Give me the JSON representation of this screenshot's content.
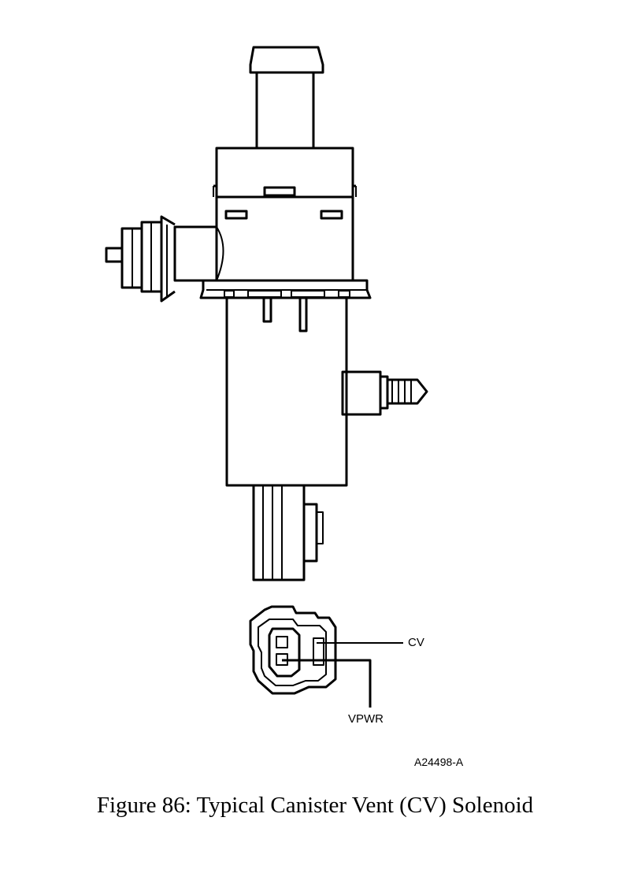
{
  "labels": {
    "cv": "CV",
    "vpwr": "VPWR",
    "figure_code": "A24498-A"
  },
  "caption": "Figure 86: Typical Canister Vent (CV) Solenoid",
  "colors": {
    "line": "#000000",
    "background": "#ffffff"
  }
}
